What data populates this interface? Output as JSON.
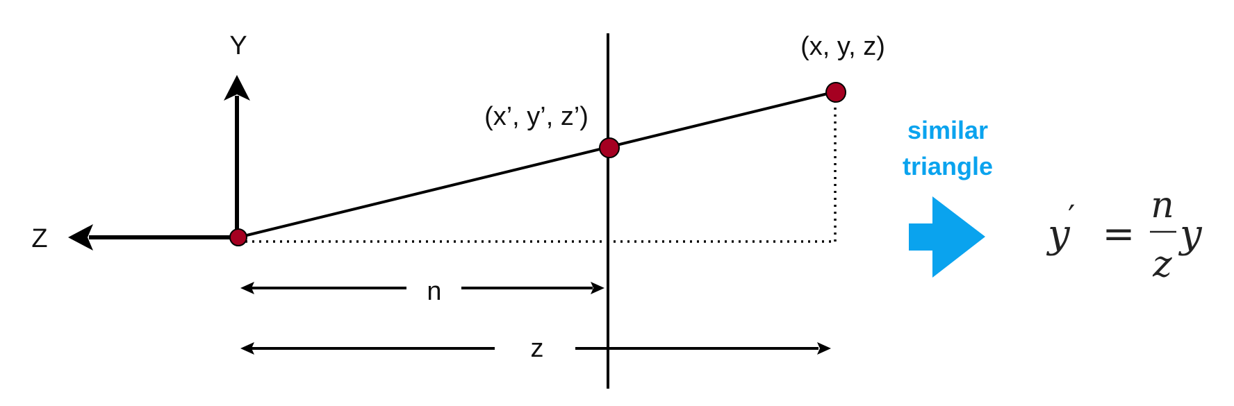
{
  "colors": {
    "line": "#000000",
    "point_fill": "#a50021",
    "accent": "#0aa3ee"
  },
  "labels": {
    "y_axis": "Y",
    "z_axis": "Z",
    "point_far": "(x, y, z)",
    "point_projected": "(x’, y’, z’)",
    "near_distance": "n",
    "far_distance": "z"
  },
  "callout": {
    "line1": "similar",
    "line2": "triangle"
  },
  "formula": {
    "lhs": "y",
    "prime": "′",
    "equals": "=",
    "numerator": "n",
    "denominator": "z",
    "rhs": "y"
  },
  "icons": {
    "arrow": "arrow-right-icon"
  }
}
